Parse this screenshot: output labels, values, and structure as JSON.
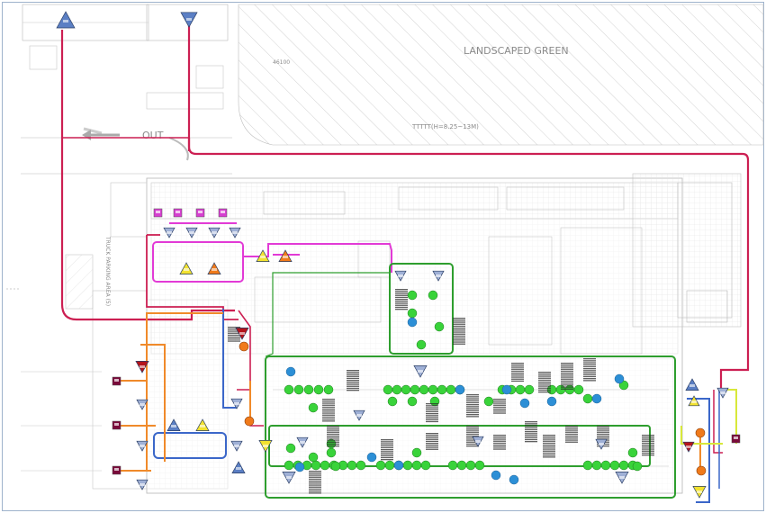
{
  "labels": {
    "landscaped_green": "LANDSCAPED GREEN",
    "lot_number": "46100",
    "out_label": "OUT",
    "truck_parking": "TRUCK PARKING AREA (5)",
    "dimension_note": "TTTTT(H=8.25~13M)"
  },
  "colors": {
    "pipe_main": "#cc1f52",
    "pipe_magenta": "#e23ad6",
    "pipe_green": "#2e9e2e",
    "pipe_blue": "#3b67c9",
    "pipe_orange": "#f08a2a",
    "pipe_yellow": "#d8e83a",
    "node_green": "#39d33a",
    "node_blue": "#2c8fd6",
    "tri_blue": "#5b7fc4",
    "tri_yellow": "#f2e230",
    "tri_red": "#b5141b",
    "tri_orange": "#f07a1a"
  },
  "icons": [
    "triangle-marker-icon",
    "circle-node-icon",
    "square-tag-icon",
    "stacked-label-icon"
  ]
}
